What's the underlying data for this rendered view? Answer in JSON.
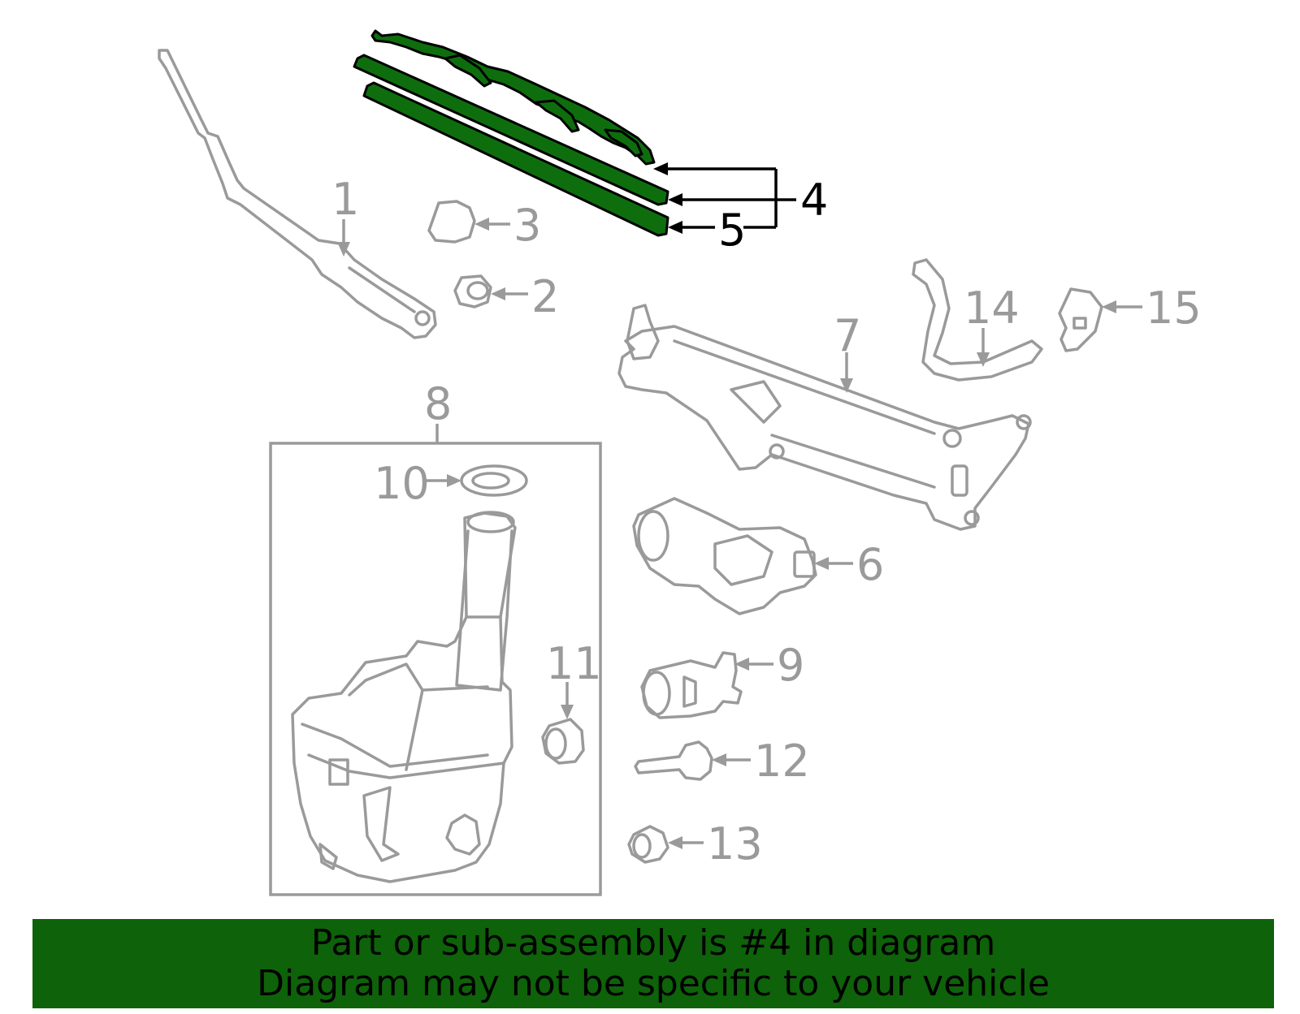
{
  "diagram": {
    "highlight_color": "#0e6e0e",
    "callout_color": "#9a9a9a",
    "highlighted_callout": "4",
    "callouts": {
      "c1": "1",
      "c2": "2",
      "c3": "3",
      "c4": "4",
      "c5": "5",
      "c6": "6",
      "c7": "7",
      "c8": "8",
      "c9": "9",
      "c10": "10",
      "c11": "11",
      "c12": "12",
      "c13": "13",
      "c14": "14",
      "c15": "15"
    }
  },
  "banner": {
    "background": "#0e6209",
    "line1": "Part or sub-assembly is #4 in diagram",
    "line2": "Diagram may not be specific to your vehicle"
  }
}
